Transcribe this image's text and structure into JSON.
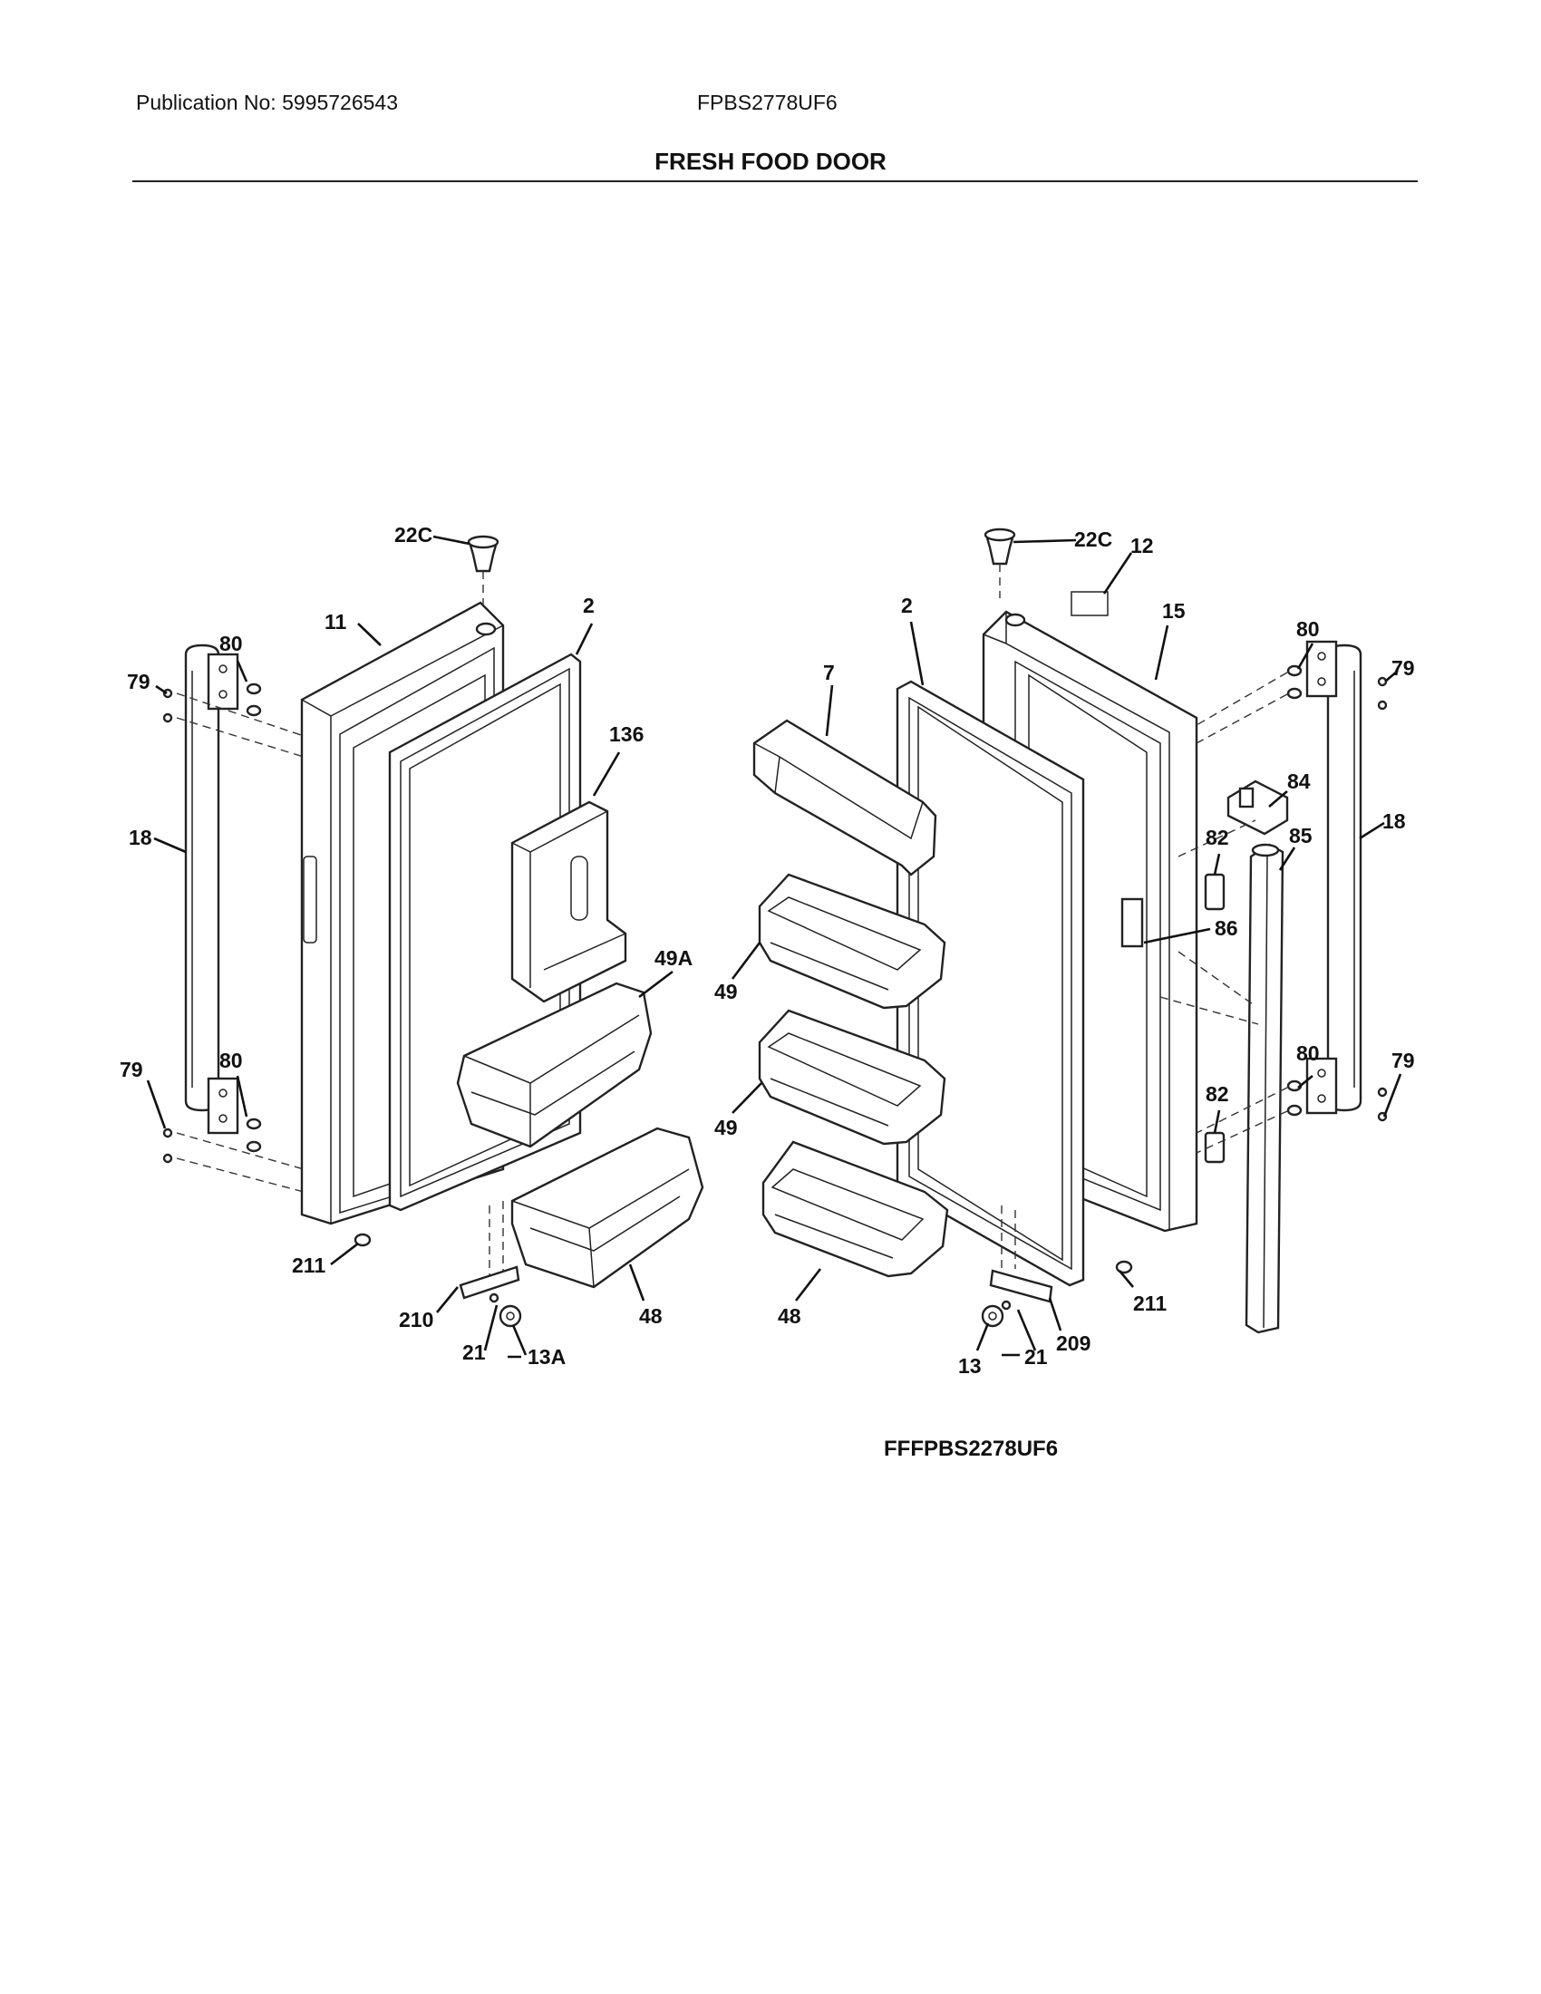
{
  "header": {
    "publication": "Publication No: 5995726543",
    "model": "FPBS2778UF6",
    "section_title": "FRESH FOOD DOOR"
  },
  "footer": {
    "model_code": "FFFPBS2278UF6"
  },
  "callouts": {
    "c_22c_left": "22C",
    "c_11": "11",
    "c_2_left": "2",
    "c_80_tl": "80",
    "c_79_tl": "79",
    "c_136": "136",
    "c_18_left": "18",
    "c_49a": "49A",
    "c_79_bl": "79",
    "c_80_bl": "80",
    "c_211_left": "211",
    "c_210": "210",
    "c_21_left": "21",
    "c_13a": "13A",
    "c_48_left": "48",
    "c_22c_right": "22C",
    "c_12": "12",
    "c_2_right": "2",
    "c_15": "15",
    "c_7": "7",
    "c_80_tr": "80",
    "c_79_tr": "79",
    "c_84": "84",
    "c_82_top": "82",
    "c_85": "85",
    "c_18_right": "18",
    "c_86": "86",
    "c_49_upper": "49",
    "c_49_lower": "49",
    "c_80_br": "80",
    "c_79_br": "79",
    "c_82_bottom": "82",
    "c_48_right": "48",
    "c_211_right": "211",
    "c_209": "209",
    "c_13": "13",
    "c_21_right": "21"
  }
}
